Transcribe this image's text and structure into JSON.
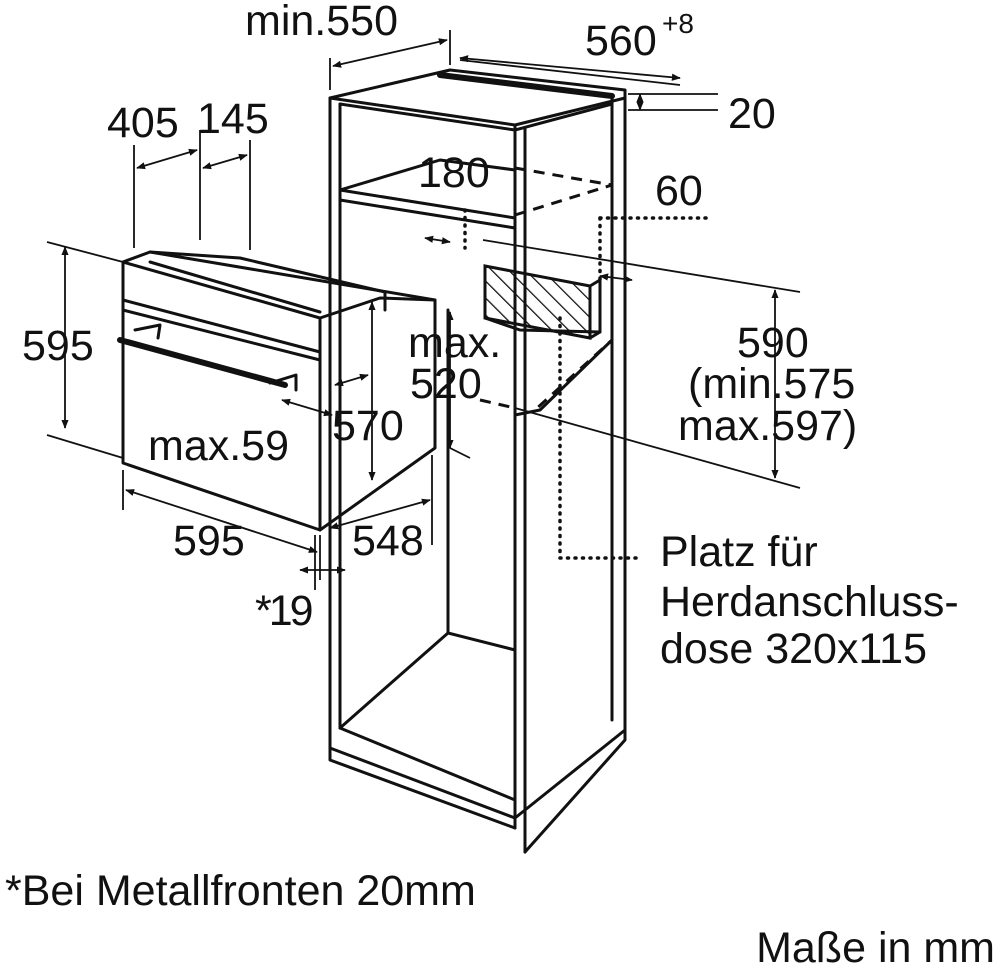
{
  "diagram": {
    "dimensions": {
      "cabinet_depth": "min.550",
      "cabinet_width": "560",
      "cabinet_width_tolerance": "+8",
      "side_panel": "20",
      "top_depth_405": "405",
      "top_depth_145": "145",
      "depth_180": "180",
      "gap_60": "60",
      "oven_height": "595",
      "niche_height": "590",
      "niche_height_min": "(min.575",
      "niche_height_max": "max.597)",
      "max_depth_line1": "max.",
      "max_depth_line2": "520",
      "body_height": "570",
      "handle_depth": "max.59",
      "oven_width": "595",
      "oven_depth": "548",
      "front_thickness": "*19"
    },
    "socket_note": {
      "line1": "Platz für",
      "line2": "Herdanschluss-",
      "line3": "dose 320x115"
    },
    "footnote": "*Bei Metallfronten 20mm",
    "units_note": "Maße in mm"
  }
}
